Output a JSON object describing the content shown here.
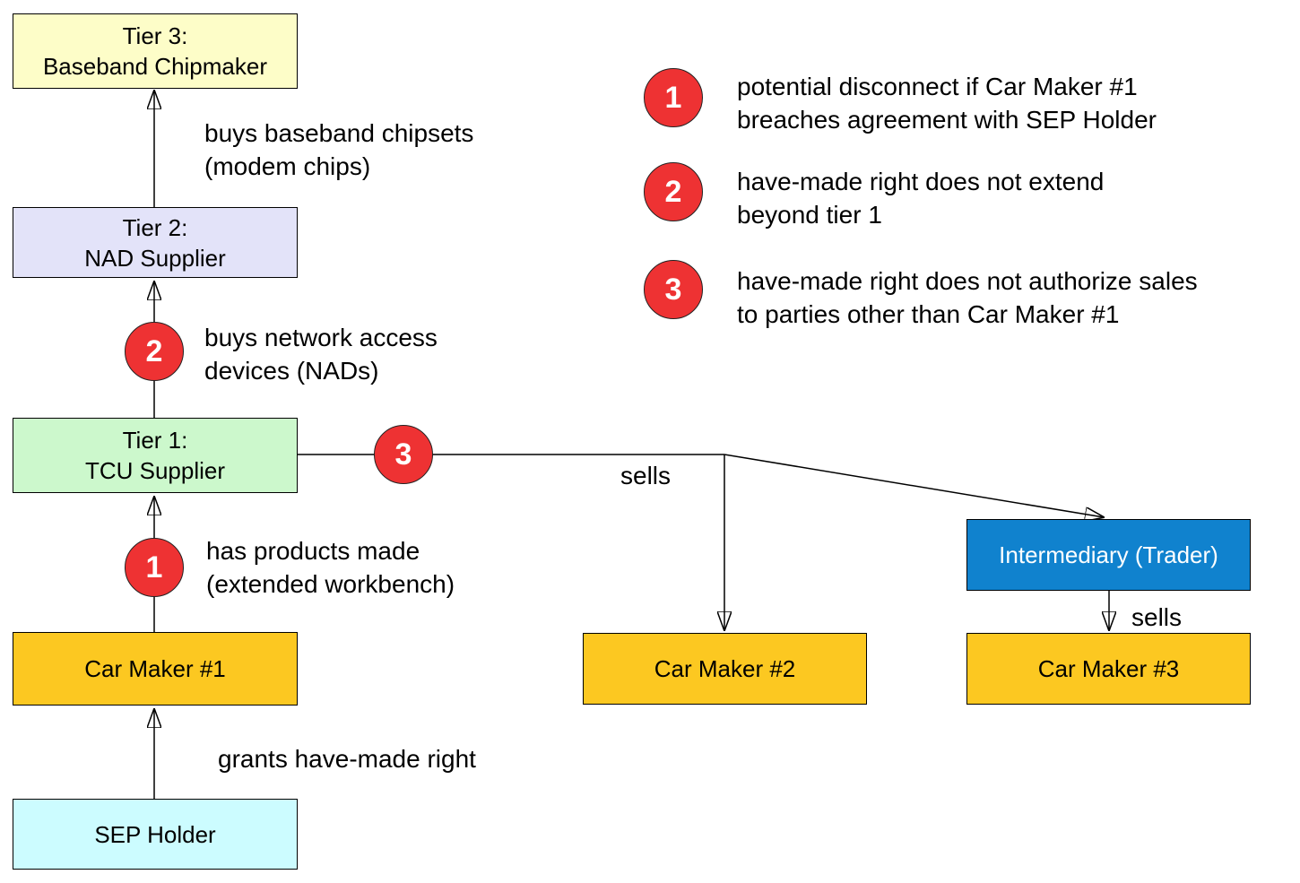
{
  "colors": {
    "tier3_fill": "#FDFDC8",
    "tier2_fill": "#E3E3F9",
    "tier1_fill": "#CCF8CC",
    "gold_fill": "#FCC821",
    "cyan_fill": "#CCFCFF",
    "blue_fill": "#1082CE",
    "red": "#EE3233"
  },
  "boxes": {
    "tier3": {
      "lines": [
        "Tier 3:",
        "Baseband Chipmaker"
      ]
    },
    "tier2": {
      "lines": [
        "Tier 2:",
        "NAD Supplier"
      ]
    },
    "tier1": {
      "lines": [
        "Tier 1:",
        "TCU Supplier"
      ]
    },
    "car_maker_1": {
      "label": "Car Maker #1"
    },
    "car_maker_2": {
      "label": "Car Maker #2"
    },
    "car_maker_3": {
      "label": "Car Maker #3"
    },
    "intermediary": {
      "label": "Intermediary (Trader)"
    },
    "sep_holder": {
      "label": "SEP Holder"
    }
  },
  "edge_labels": {
    "tier2_to_tier3": [
      "buys baseband chipsets",
      "(modem chips)"
    ],
    "tier1_to_tier2": [
      "buys network access",
      "devices (NADs)"
    ],
    "carmaker1_to_tier1": [
      "has products made",
      "(extended workbench)"
    ],
    "sep_to_carmaker1": [
      "grants have-made right"
    ],
    "sells_tier1": "sells",
    "sells_intermediary": "sells"
  },
  "diagram_markers": {
    "m1": "1",
    "m2": "2",
    "m3": "3"
  },
  "legend": {
    "items": [
      {
        "num": "1",
        "line1": "potential disconnect if Car Maker #1",
        "line2": "breaches agreement with SEP Holder"
      },
      {
        "num": "2",
        "line1": "have-made right does not extend",
        "line2": "beyond tier 1"
      },
      {
        "num": "3",
        "line1": "have-made right does not authorize sales",
        "line2": "to parties other than Car Maker #1"
      }
    ]
  }
}
